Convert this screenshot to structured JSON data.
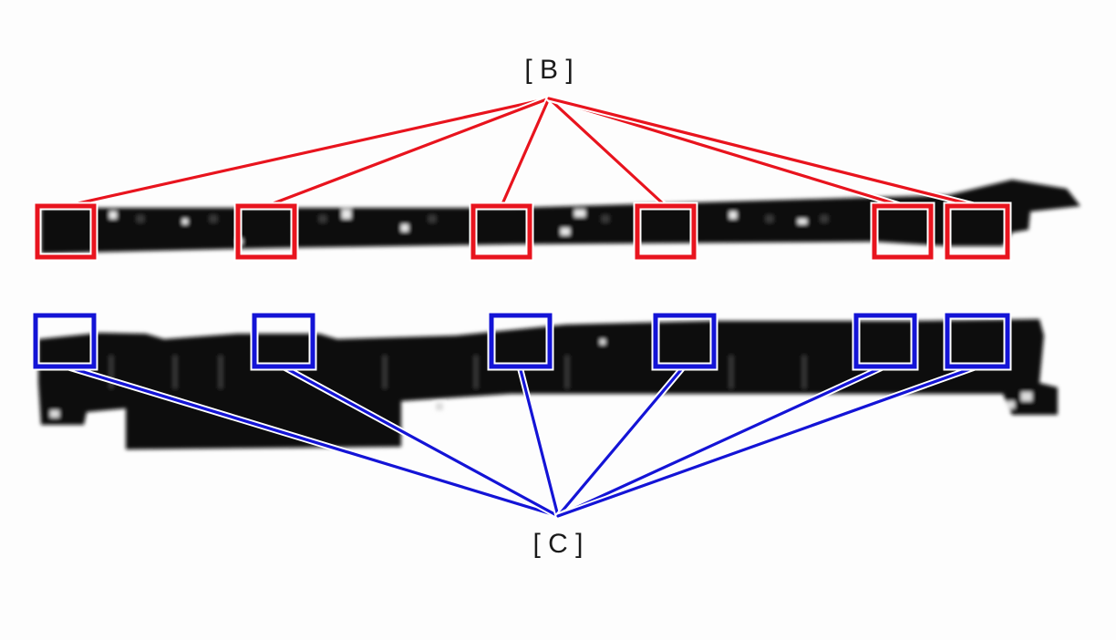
{
  "labels": {
    "upper": "[ B ]",
    "lower": "[ C ]"
  },
  "colors": {
    "upper_callout": "#e8141e",
    "lower_callout": "#1414d6",
    "part_body": "#111111"
  },
  "callout_groups": [
    {
      "label_key": "upper",
      "color_key": "upper_callout",
      "marker_count": 6
    },
    {
      "label_key": "lower",
      "color_key": "lower_callout",
      "marker_count": 6
    }
  ]
}
